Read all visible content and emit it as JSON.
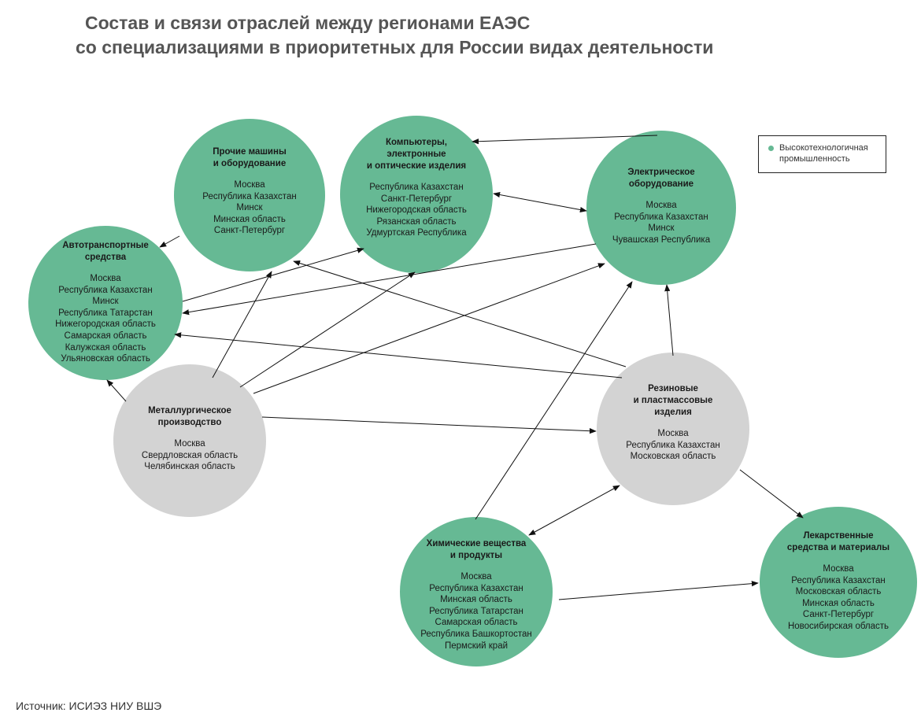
{
  "title": {
    "line1": "Состав и связи отраслей между регионами ЕАЭС",
    "line2": "со специализациями в приоритетных для России видах деятельности"
  },
  "colors": {
    "high_tech": "#66b994",
    "other": "#d3d3d3",
    "title": "#555555"
  },
  "legend": {
    "label_line1": "Высокотехнологичная",
    "label_line2": "промышленность"
  },
  "nodes": [
    {
      "id": "machines",
      "high_tech": true,
      "title": [
        "Прочие машины",
        "и оборудование"
      ],
      "regions": [
        "Москва",
        "Республика Казахстан",
        "Минск",
        "Минская область",
        "Санкт-Петербург"
      ]
    },
    {
      "id": "computers",
      "high_tech": true,
      "title": [
        "Компьютеры,",
        "электронные",
        "и оптические изделия"
      ],
      "regions": [
        "Республика Казахстан",
        "Санкт-Петербург",
        "Нижегородская область",
        "Рязанская область",
        "Удмуртская Республика"
      ]
    },
    {
      "id": "electrical",
      "high_tech": true,
      "title": [
        "Электрическое",
        "оборудование"
      ],
      "regions": [
        "Москва",
        "Республика Казахстан",
        "Минск",
        "Чувашская Республика"
      ]
    },
    {
      "id": "vehicles",
      "high_tech": true,
      "title": [
        "Автотранспортные",
        "средства"
      ],
      "regions": [
        "Москва",
        "Республика Казахстан",
        "Минск",
        "Республика Татарстан",
        "Нижегородская область",
        "Самарская область",
        "Калужская область",
        "Ульяновская область"
      ]
    },
    {
      "id": "metallurgy",
      "high_tech": false,
      "title": [
        "Металлургическое",
        "производство"
      ],
      "regions": [
        "Москва",
        "Свердловская область",
        "Челябинская область"
      ]
    },
    {
      "id": "rubber",
      "high_tech": false,
      "title": [
        "Резиновые",
        "и пластмассовые",
        "изделия"
      ],
      "regions": [
        "Москва",
        "Республика Казахстан",
        "Московская область"
      ]
    },
    {
      "id": "chemicals",
      "high_tech": true,
      "title": [
        "Химические вещества",
        "и продукты"
      ],
      "regions": [
        "Москва",
        "Республика Казахстан",
        "Минская область",
        "Республика Татарстан",
        "Самарская область",
        "Республика Башкортостан",
        "Пермский край"
      ]
    },
    {
      "id": "pharma",
      "high_tech": true,
      "title": [
        "Лекарственные",
        "средства и материалы"
      ],
      "regions": [
        "Москва",
        "Республика Казахстан",
        "Московская область",
        "Минская область",
        "Санкт-Петербург",
        "Новосибирская область"
      ]
    }
  ],
  "edges": [
    {
      "from": "machines",
      "to": "vehicles",
      "bidirectional": false
    },
    {
      "from": "electrical",
      "to": "computers",
      "bidirectional": false
    },
    {
      "from": "computers",
      "to": "electrical",
      "bidirectional": true
    },
    {
      "from": "vehicles",
      "to": "computers",
      "bidirectional": false
    },
    {
      "from": "electrical",
      "to": "vehicles",
      "bidirectional": false
    },
    {
      "from": "rubber",
      "to": "machines",
      "bidirectional": false
    },
    {
      "from": "rubber",
      "to": "vehicles",
      "bidirectional": false
    },
    {
      "from": "metallurgy",
      "to": "vehicles",
      "bidirectional": false
    },
    {
      "from": "metallurgy",
      "to": "machines",
      "bidirectional": false
    },
    {
      "from": "metallurgy",
      "to": "computers",
      "bidirectional": false
    },
    {
      "from": "metallurgy",
      "to": "electrical",
      "bidirectional": false
    },
    {
      "from": "metallurgy",
      "to": "rubber",
      "bidirectional": false
    },
    {
      "from": "rubber",
      "to": "electrical",
      "bidirectional": false
    },
    {
      "from": "chemicals",
      "to": "electrical",
      "bidirectional": false
    },
    {
      "from": "chemicals",
      "to": "rubber",
      "bidirectional": true
    },
    {
      "from": "rubber",
      "to": "pharma",
      "bidirectional": false
    },
    {
      "from": "chemicals",
      "to": "pharma",
      "bidirectional": false
    }
  ],
  "source": "Источник: ИСИЭЗ НИУ ВШЭ"
}
